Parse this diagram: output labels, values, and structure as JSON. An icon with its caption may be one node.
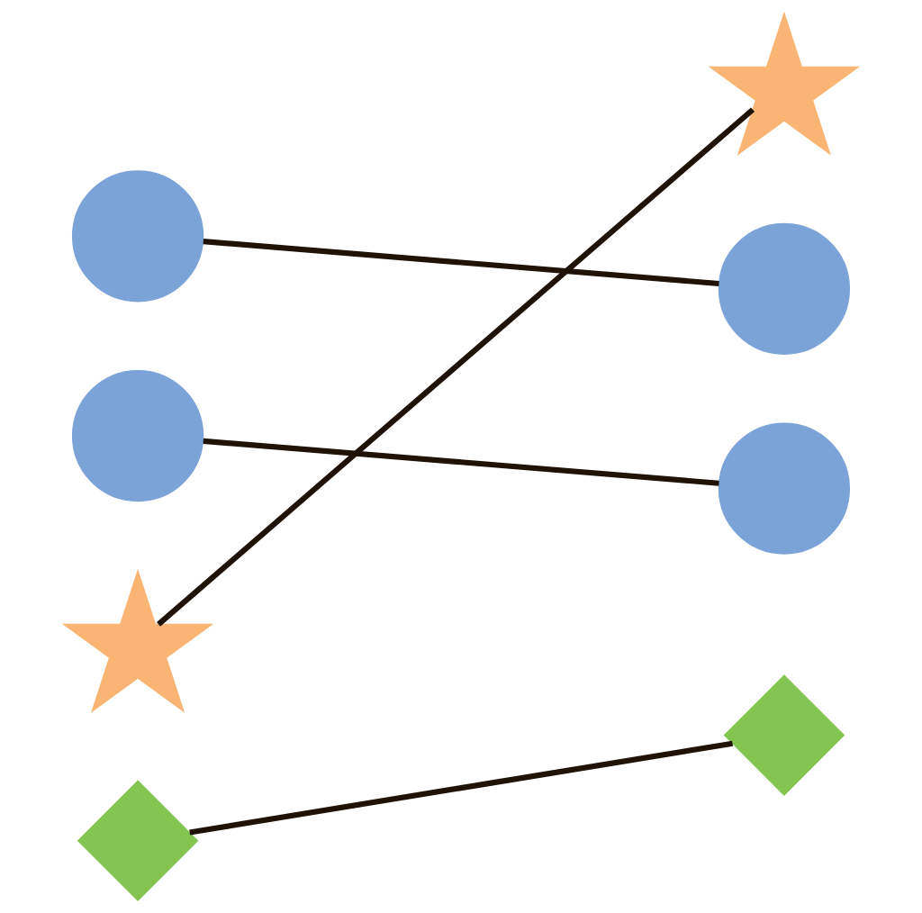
{
  "diagram": {
    "nodes": [
      {
        "text": [],
        "shape": "circle"
      },
      {
        "text": [],
        "shape": "star"
      },
      {
        "text": [],
        "shape": "circle"
      },
      {
        "text": [],
        "shape": "circle"
      },
      {
        "text": [],
        "shape": "star"
      },
      {
        "text": [],
        "shape": "circle"
      },
      {
        "text": [],
        "shape": "diamond"
      },
      {
        "text": [],
        "shape": "diamond"
      }
    ],
    "edges": [
      {
        "from": 0,
        "to": 3,
        "arrow": "none"
      },
      {
        "from": 2,
        "to": 5,
        "arrow": "none"
      },
      {
        "from": 4,
        "to": 1,
        "arrow": "none"
      },
      {
        "from": 6,
        "to": 7,
        "arrow": "none"
      }
    ]
  }
}
